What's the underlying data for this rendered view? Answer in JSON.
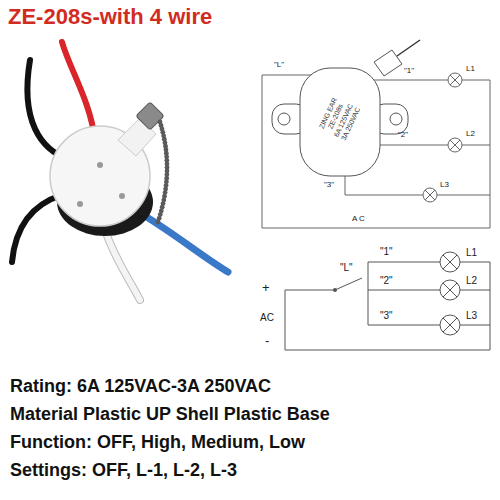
{
  "diagram": {
    "title": "ZE-208s-with 4 wire",
    "labels": [
      "\"L\"",
      "\"1\"",
      "L1",
      "\"2\"",
      "L2",
      "\"3\"",
      "L3",
      "A C",
      "ZING EAR",
      "ZE-208s",
      "6A 125VAC",
      "3A 250VAC",
      "\"1\"",
      "L1",
      "\"L\"",
      "\"2\"",
      "L2",
      "+",
      "AC",
      "\"3\"",
      "L3",
      "-",
      "Rating: 6A 125VAC-3A 250VAC",
      "Material Plastic UP Shell Plastic Base",
      "Function: OFF, High, Medium, Low",
      "Settings: OFF, L-1, L-2, L-3"
    ]
  }
}
